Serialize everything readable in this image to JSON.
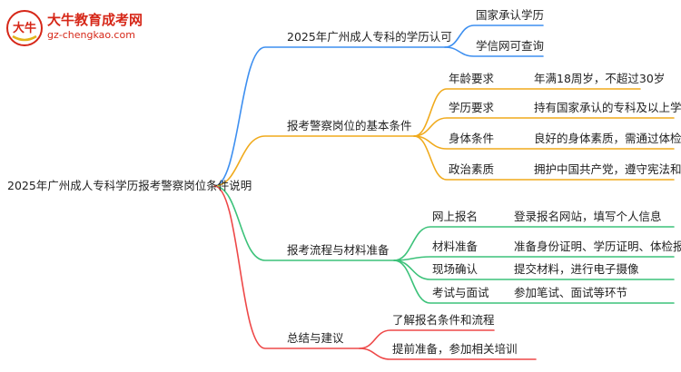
{
  "logo": {
    "name": "大牛教育成考网",
    "url": "gz-chengkao.com",
    "badge_text": "大牛",
    "colors": {
      "red": "#d62718",
      "accent": "#e2b41a"
    }
  },
  "root": {
    "label": "2025年广州成人专科学历报考警察岗位条件说明"
  },
  "colors": {
    "blue": "#3d8ff0",
    "orange": "#f0aa1c",
    "green": "#3cc27a",
    "red": "#ee4848"
  },
  "branches": [
    {
      "label": "2025年广州成人专科的学历认可",
      "color": "blue",
      "children": [
        {
          "label": "国家承认学历"
        },
        {
          "label": "学信网可查询"
        }
      ]
    },
    {
      "label": "报考警察岗位的基本条件",
      "color": "orange",
      "children": [
        {
          "label": "年龄要求",
          "detail": "年满18周岁，不超过30岁"
        },
        {
          "label": "学历要求",
          "detail": "持有国家承认的专科及以上学历"
        },
        {
          "label": "身体条件",
          "detail": "良好的身体素质，需通过体检"
        },
        {
          "label": "政治素质",
          "detail": "拥护中国共产党，遵守宪法和法律"
        }
      ]
    },
    {
      "label": "报考流程与材料准备",
      "color": "green",
      "children": [
        {
          "label": "网上报名",
          "detail": "登录报名网站，填写个人信息"
        },
        {
          "label": "材料准备",
          "detail": "准备身份证明、学历证明、体检报告"
        },
        {
          "label": "现场确认",
          "detail": "提交材料，进行电子摄像"
        },
        {
          "label": "考试与面试",
          "detail": "参加笔试、面试等环节"
        }
      ]
    },
    {
      "label": "总结与建议",
      "color": "red",
      "children": [
        {
          "label": "了解报名条件和流程"
        },
        {
          "label": "提前准备，参加相关培训"
        }
      ]
    }
  ]
}
